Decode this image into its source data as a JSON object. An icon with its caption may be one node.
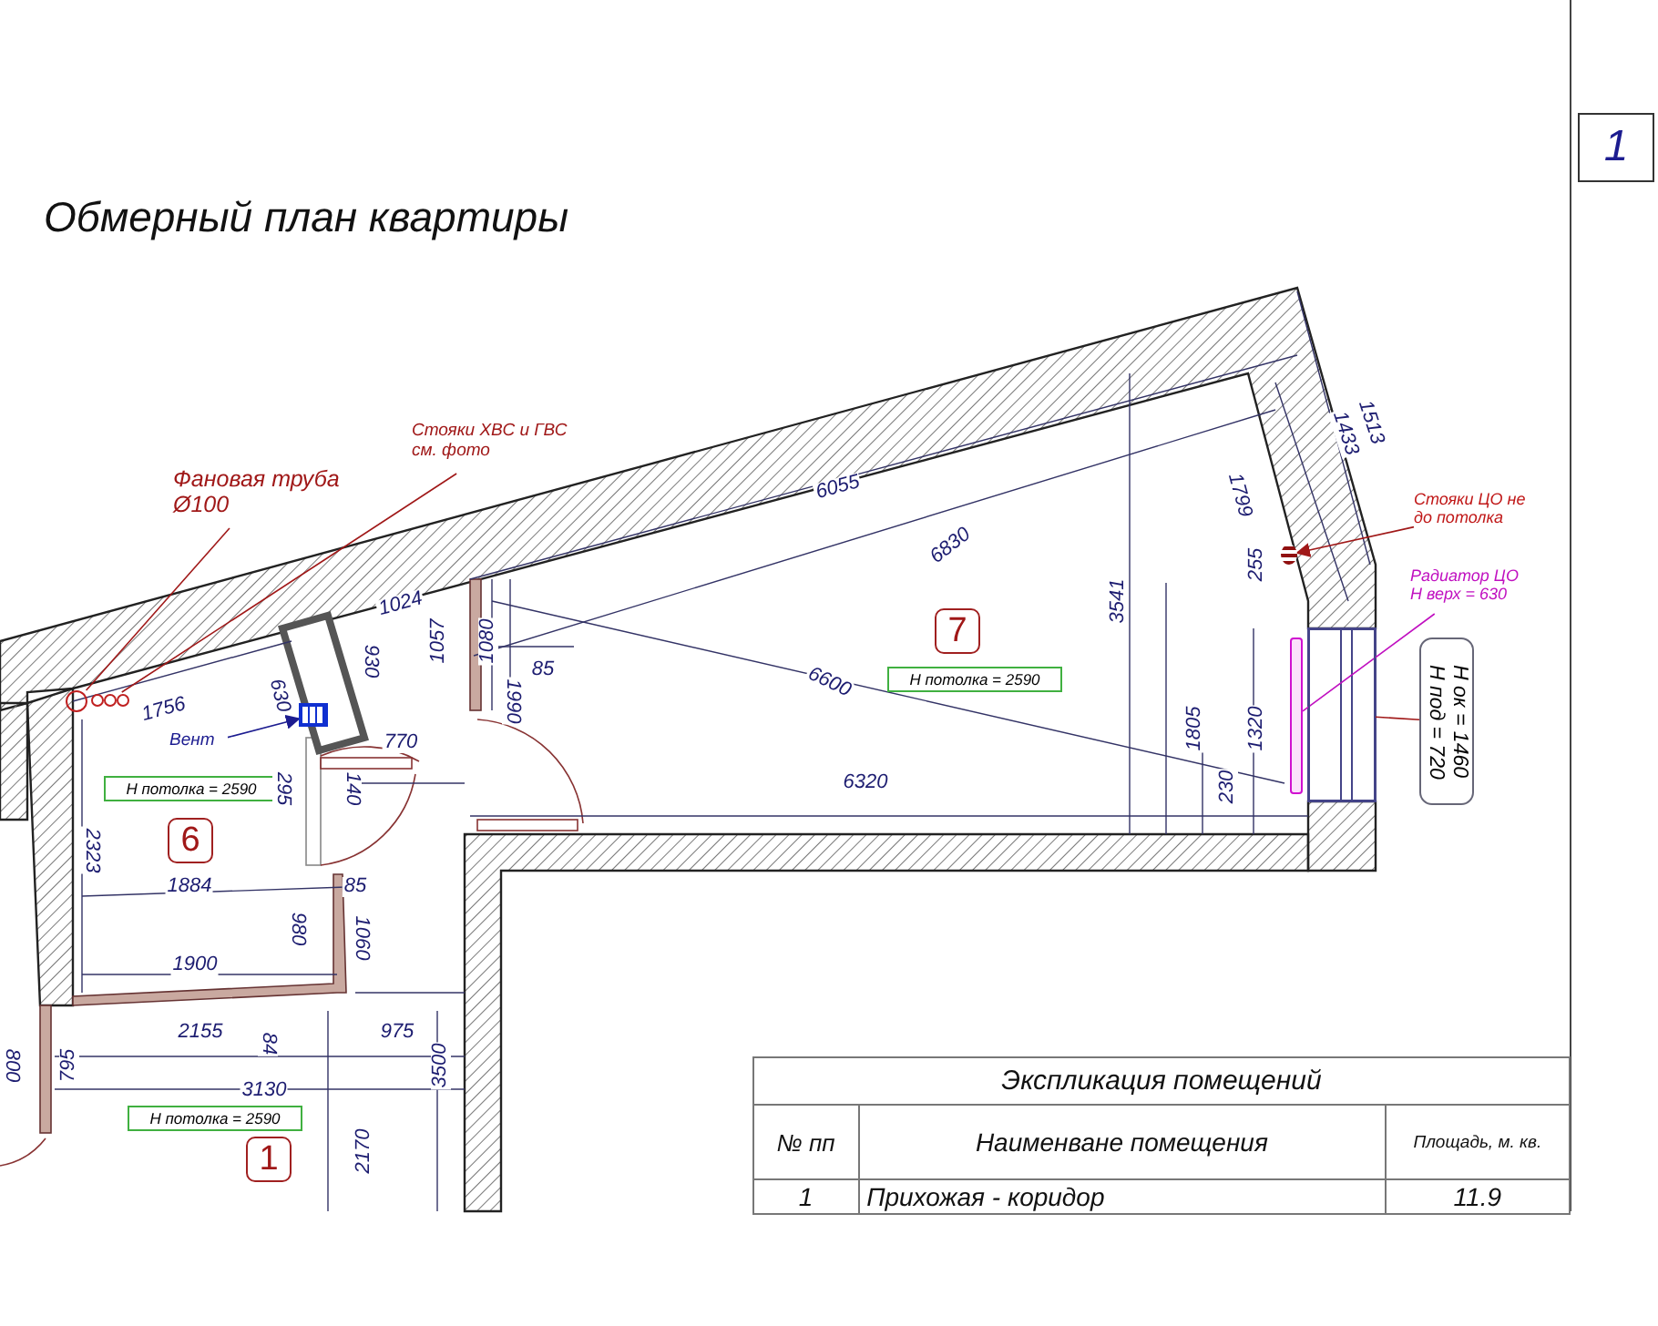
{
  "diagram": {
    "title": "Обмерный план квартиры",
    "nodes": [
      {
        "text": [
          "Фановая труба Ø100"
        ]
      },
      {
        "text": [],
        "shape": "circle"
      },
      {
        "text": [
          "Стояки ХВС и ГВС см. фото"
        ]
      },
      {
        "text": [],
        "shape": "circle"
      },
      {
        "text": [
          "Вент"
        ]
      },
      {
        "text": [],
        "shape": "box"
      },
      {
        "text": [
          "Стояки ЦО не до потолка"
        ]
      },
      {
        "text": [],
        "shape": "circle"
      },
      {
        "text": [
          "Радиатор ЦО Н верх = 630"
        ]
      },
      {
        "text": [],
        "shape": "bar"
      },
      {
        "text": [
          "Н ок = 1460",
          "Н под = 720"
        ]
      },
      {
        "text": [],
        "shape": "box"
      },
      {
        "text": [
          "6"
        ]
      },
      {
        "text": [
          "7"
        ]
      },
      {
        "text": [
          "1"
        ]
      },
      {
        "text": [
          "Н потолка = 2590"
        ]
      },
      {
        "text": [
          "Н потолка = 2590"
        ]
      },
      {
        "text": [
          "Н потолка = 2590"
        ]
      },
      {
        "text": [
          "1"
        ]
      }
    ],
    "edges": [
      {
        "from": 0,
        "to": 1,
        "arrow": "none"
      },
      {
        "from": 2,
        "to": 3,
        "arrow": "none"
      },
      {
        "from": 4,
        "to": 5,
        "arrow": "to",
        "color": "#1c1c90"
      },
      {
        "from": 6,
        "to": 7,
        "arrow": "to"
      },
      {
        "from": 8,
        "to": 9,
        "arrow": "none",
        "color": "#c010c0"
      },
      {
        "from": 10,
        "to": 11,
        "arrow": "none"
      }
    ],
    "labels": [
      "1513",
      "1433",
      "6055",
      "1799",
      "1024",
      "6830",
      "3541",
      "255",
      "930",
      "1057",
      "1080",
      "85",
      "1756",
      "630",
      "6600",
      "1805",
      "1320",
      "770",
      "6320",
      "295",
      "140",
      "1990",
      "230",
      "2323",
      "1884",
      "85",
      "980",
      "1060",
      "1900",
      "800",
      "795",
      "2155",
      "3130",
      "84",
      "975",
      "3500",
      "2170",
      "Экспликация помещений",
      "№ пп",
      "Наименване помещения",
      "Площадь, м. кв.",
      "1",
      "Прихожая - коридор",
      "11.9"
    ]
  }
}
